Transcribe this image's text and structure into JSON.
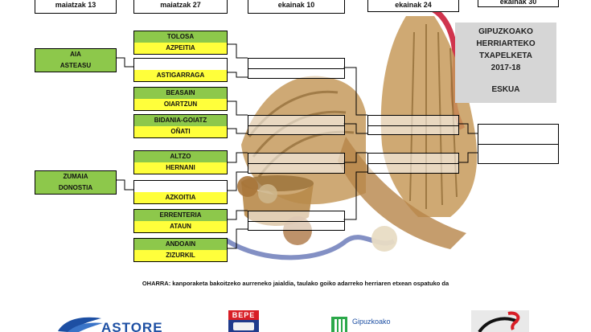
{
  "dates": [
    "maiatzak 13",
    "maiatzak 27",
    "ekainak 10",
    "ekainak 24",
    "ekainak 30"
  ],
  "title": [
    "GIPUZKOAKO",
    "HERRIARTEKO",
    "TXAPELKETA",
    "2017-18",
    "ESKUA"
  ],
  "round1_left": [
    {
      "home": "AIA",
      "away": "ASTEASU"
    },
    {
      "home": "ZUMAIA",
      "away": "DONOSTIA"
    }
  ],
  "round2": [
    {
      "home": "TOLOSA",
      "away": "AZPEITIA"
    },
    {
      "home": "",
      "away": "ASTIGARRAGA"
    },
    {
      "home": "BEASAIN",
      "away": "OIARTZUN"
    },
    {
      "home": "BIDANIA-GOIATZ",
      "away": "OÑATI"
    },
    {
      "home": "ALTZO",
      "away": "HERNANI"
    },
    {
      "home": "",
      "away": "AZKOITIA"
    },
    {
      "home": "ERRENTERIA",
      "away": "ATAUN"
    },
    {
      "home": "ANDOAIN",
      "away": "ZIZURKIL"
    }
  ],
  "note": "OHARRA: kanporaketa bakoitzeko aurreneko jaialdia, taulako goiko adarreko herriaren etxean ospatuko da",
  "sponsors": [
    "ASTORE",
    "BEPE",
    "Gipuzkoako"
  ],
  "colors": {
    "green": "#8dc84b",
    "yellow": "#ffff3b",
    "titlebg": "#d6d6d6"
  },
  "icons": [
    "basket-wicker-illustration",
    "astore-logo-icon",
    "bepe-logo-icon",
    "gipuzkoa-logo-icon",
    "federation-logo-icon"
  ]
}
